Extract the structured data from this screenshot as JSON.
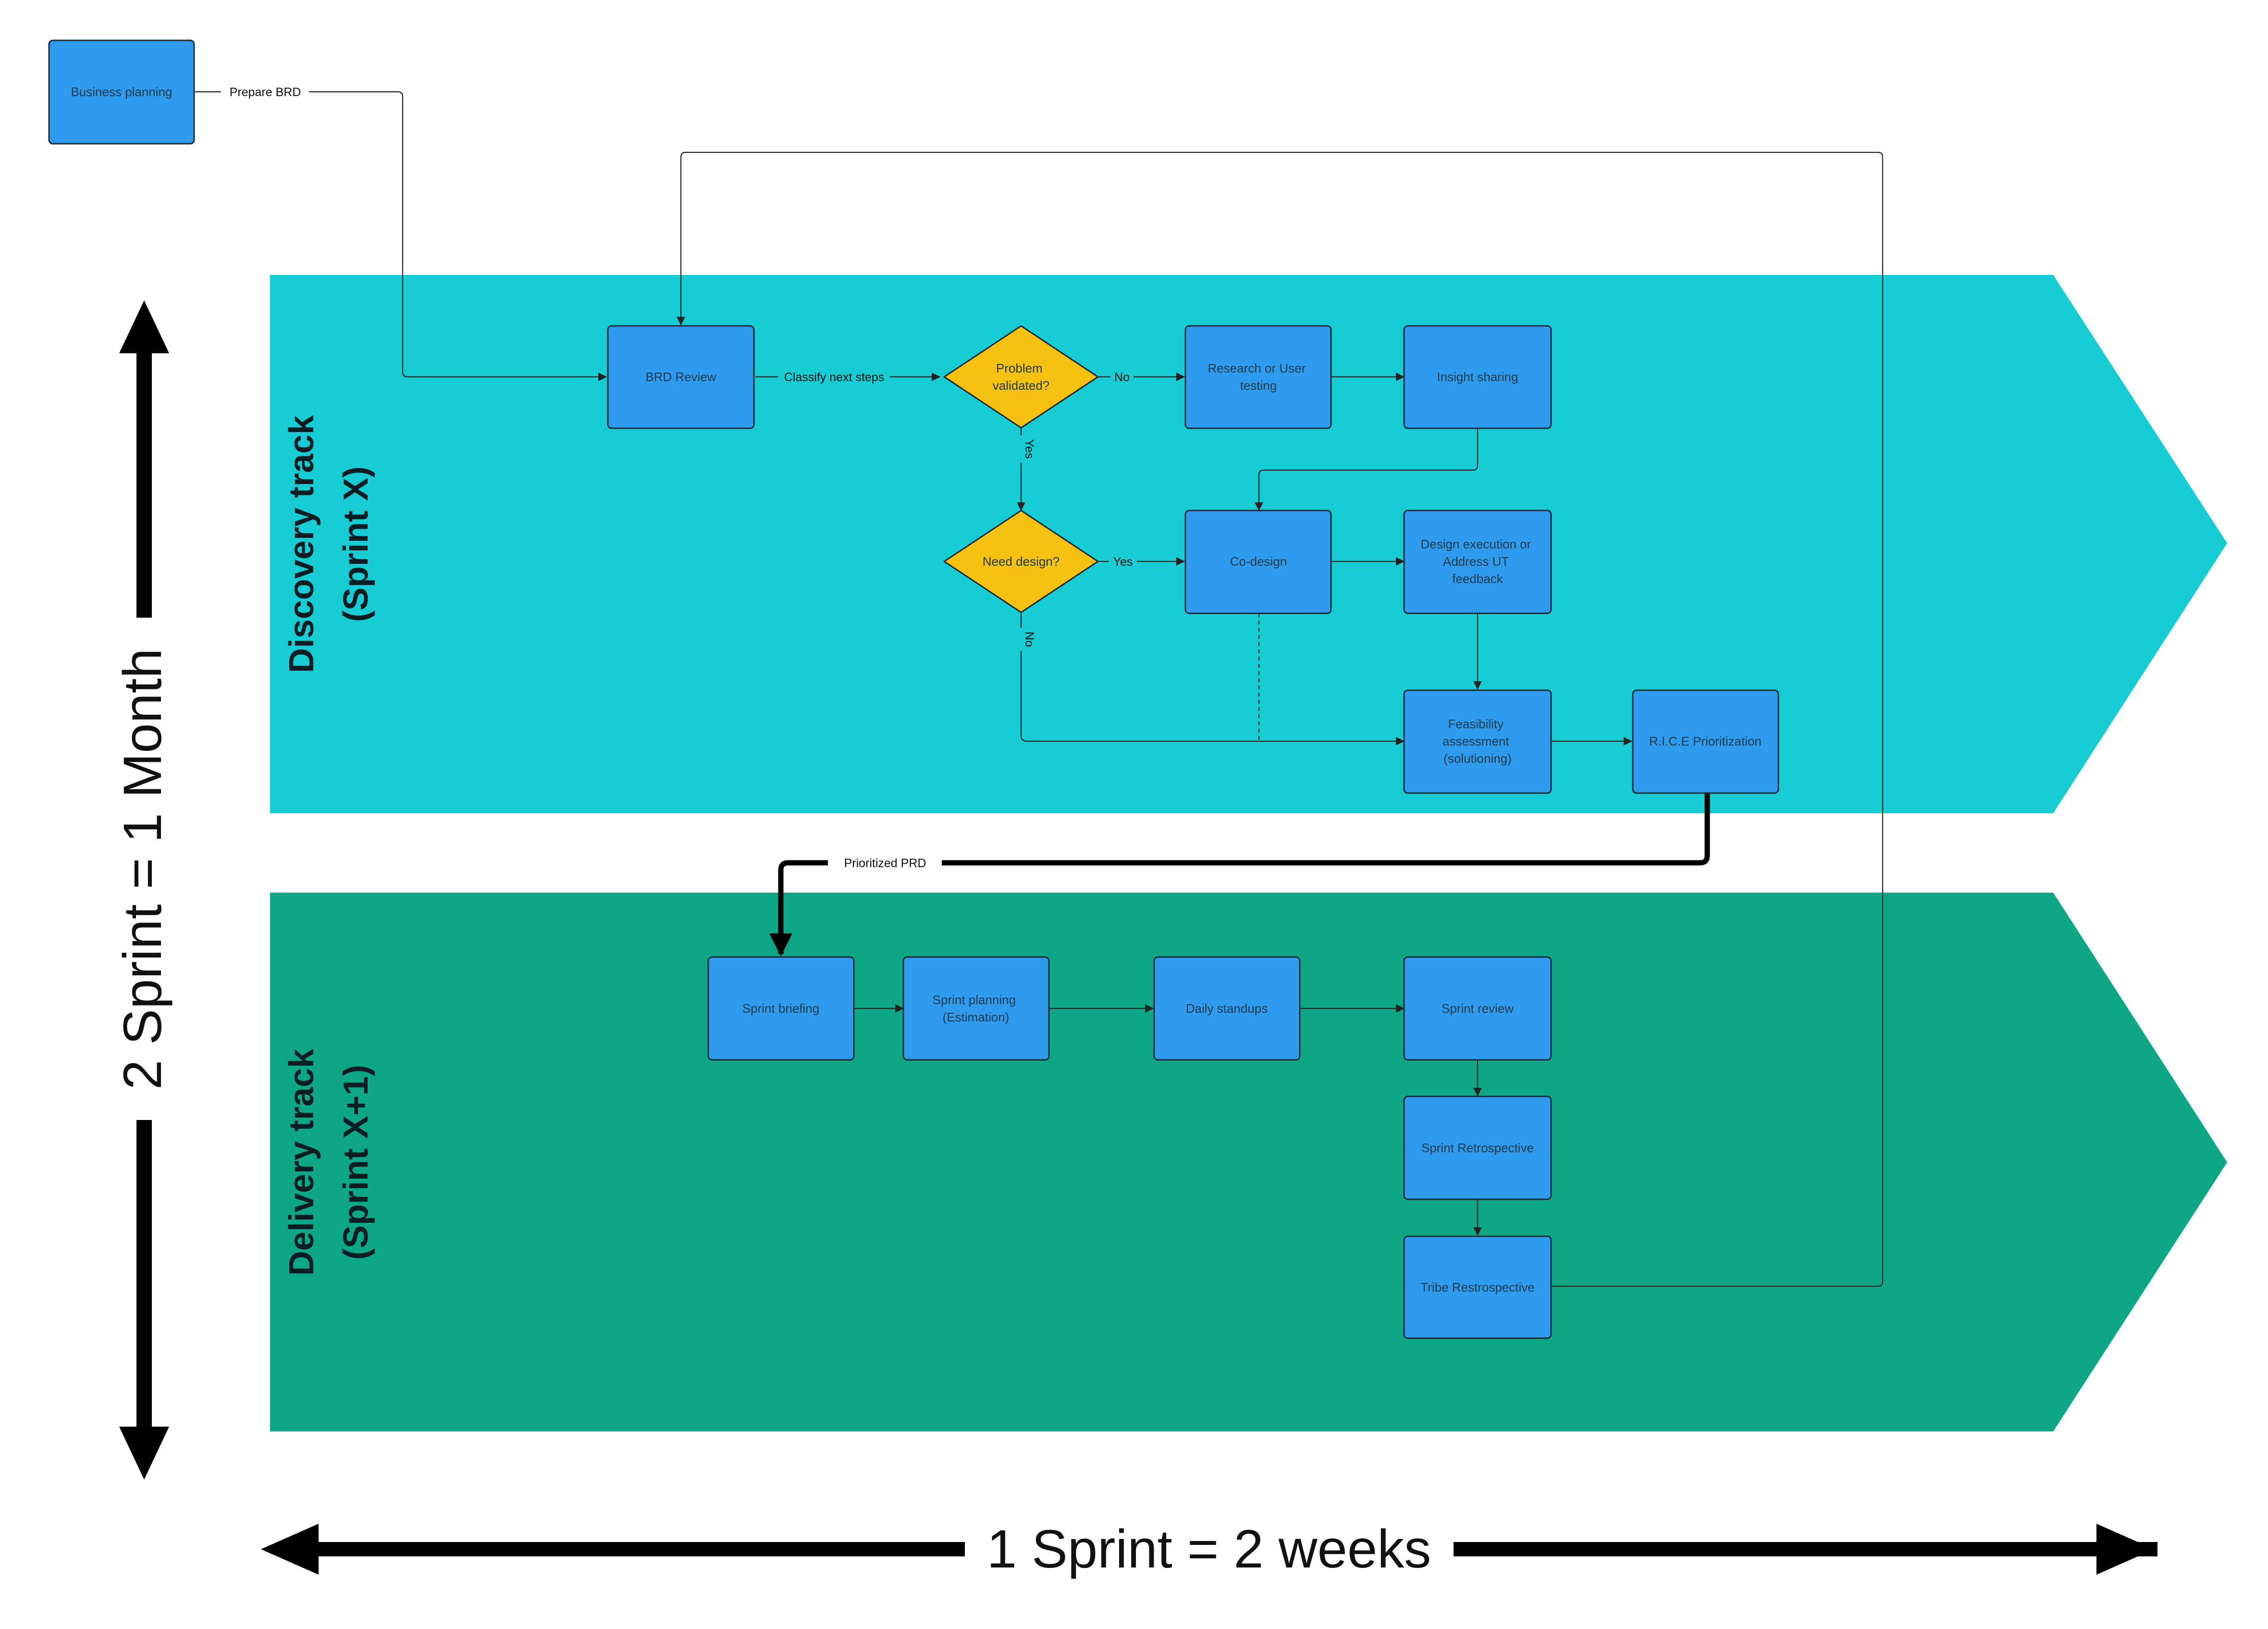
{
  "colors": {
    "discovery_band": "#17ccd3",
    "delivery_band": "#0ea785",
    "process_box": "#2e9bef",
    "decision": "#f7c10f",
    "line": "#222222"
  },
  "tracks": {
    "discovery": {
      "title": "Discovery track",
      "subtitle": "(Sprint X)"
    },
    "delivery": {
      "title": "Delivery track",
      "subtitle": "(Sprint X+1)"
    }
  },
  "axes": {
    "vertical_label": "2 Sprint = 1 Month",
    "horizontal_label": "1 Sprint = 2 weeks"
  },
  "nodes": {
    "business_planning": "Business planning",
    "brd_review": "BRD Review",
    "problem_validated": [
      "Problem",
      "validated?"
    ],
    "need_design": "Need design?",
    "research": [
      "Research or User",
      "testing"
    ],
    "insight_sharing": "Insight sharing",
    "co_design": "Co-design",
    "design_execution": [
      "Design execution or",
      "Address UT",
      "feedback"
    ],
    "feasibility": [
      "Feasibility",
      "assessment",
      "(solutioning)"
    ],
    "rice": "R.I.C.E Prioritization",
    "sprint_briefing": "Sprint briefing",
    "sprint_planning": [
      "Sprint planning",
      "(Estimation)"
    ],
    "daily_standups": "Daily standups",
    "sprint_review": "Sprint review",
    "sprint_retro": "Sprint Retrospective",
    "tribe_retro": "Tribe Restrospective"
  },
  "connector_labels": {
    "prepare_brd": "Prepare BRD",
    "classify": "Classify next steps",
    "no_1": "No",
    "yes_1": "Yes",
    "yes_2": "Yes",
    "no_2": "No",
    "prioritized_prd": "Prioritized PRD"
  }
}
